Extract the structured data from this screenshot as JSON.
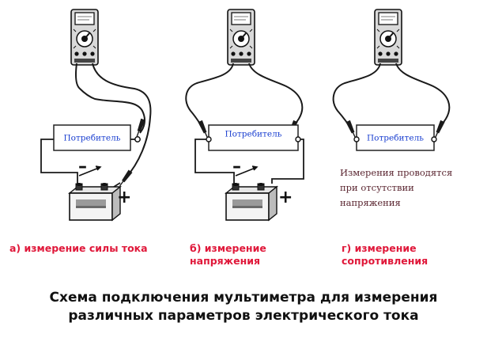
{
  "consumer_label": "Потребитель",
  "plus_sign": "+",
  "minus_sign": "–",
  "circuits": [
    {
      "id": "current",
      "caption": "а) измерение силы тока",
      "has_battery": true,
      "meter_connection": "series"
    },
    {
      "id": "voltage",
      "caption": "б) измерение\nнапряжения",
      "has_battery": true,
      "meter_connection": "parallel"
    },
    {
      "id": "resistance",
      "caption": "г) измерение\nсопротивления",
      "has_battery": false,
      "meter_connection": "parallel"
    }
  ],
  "note": "Измерения проводятся\nпри отсутствии\nнапряжения",
  "title": "Схема подключения мультиметра для измерения\nразличных параметров электрического тока",
  "colors": {
    "caption": "#e0183a",
    "consumer_text": "#1a3fd0",
    "note": "#5a2530",
    "title": "#111111",
    "wire": "#1a1a1a"
  }
}
